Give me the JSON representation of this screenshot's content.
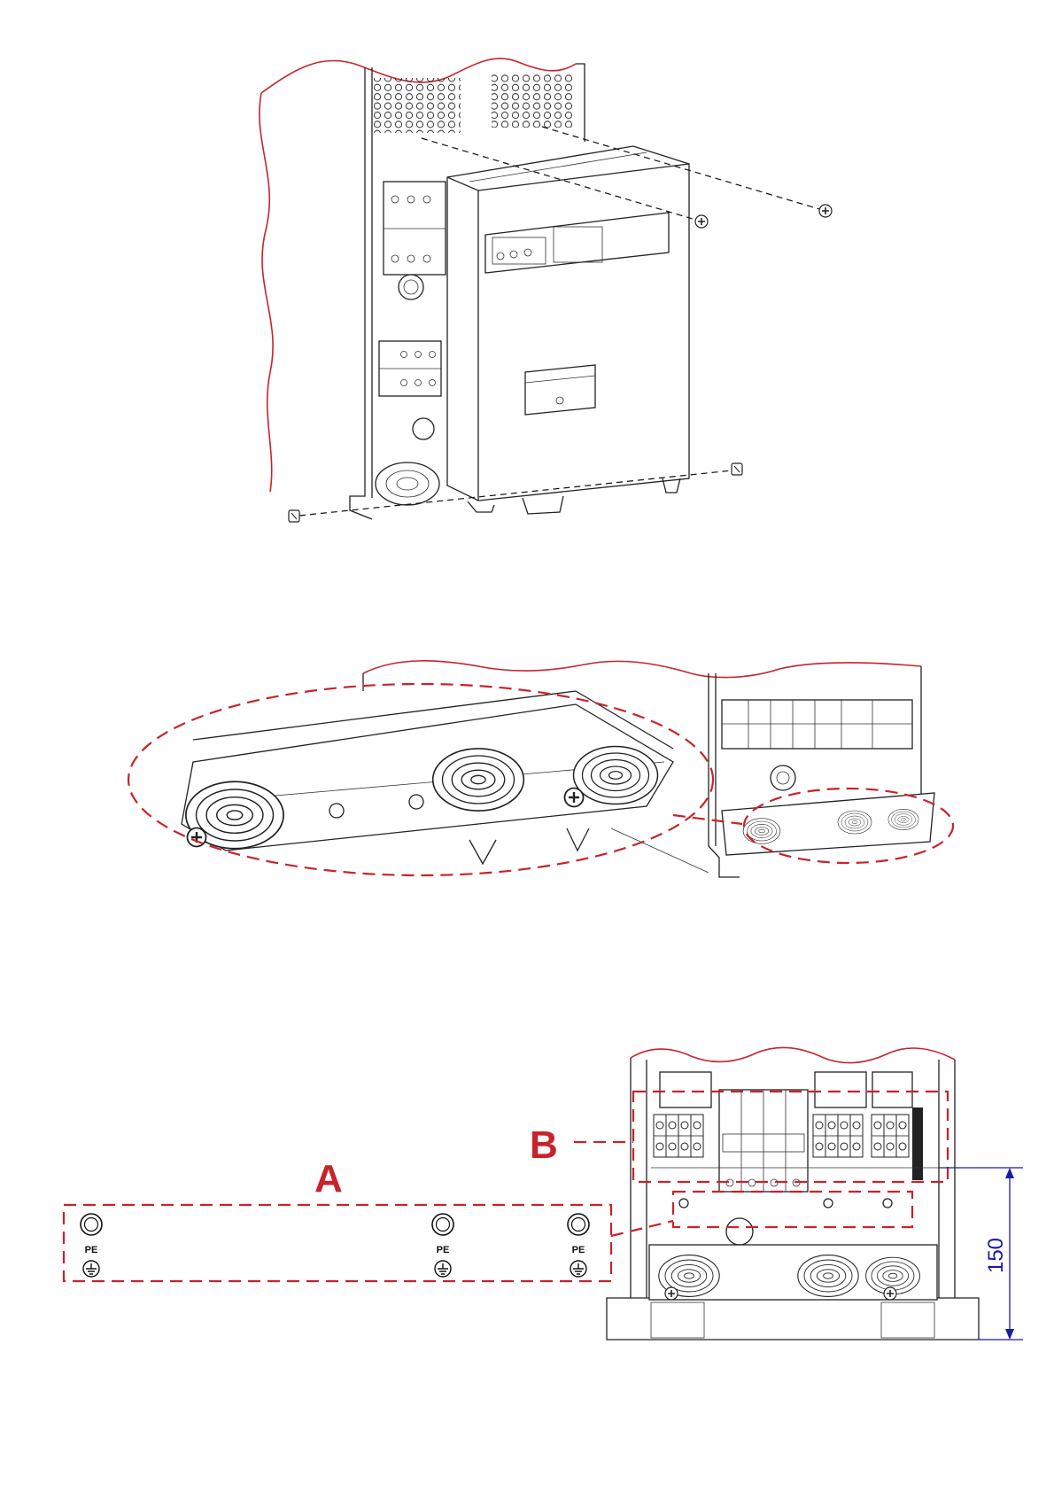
{
  "figure": {
    "callouts": {
      "a": "A",
      "b": "B"
    },
    "pe_label": "PE",
    "dimension_value": "150",
    "colors": {
      "callout_red": "#c8232a",
      "dimension_blue": "#1a1aa8",
      "line_black": "#222222"
    },
    "icons": [
      "screw-icon",
      "ground-symbol-icon",
      "cable-gland-icon",
      "terminal-block-icon",
      "breaker-icon"
    ]
  }
}
